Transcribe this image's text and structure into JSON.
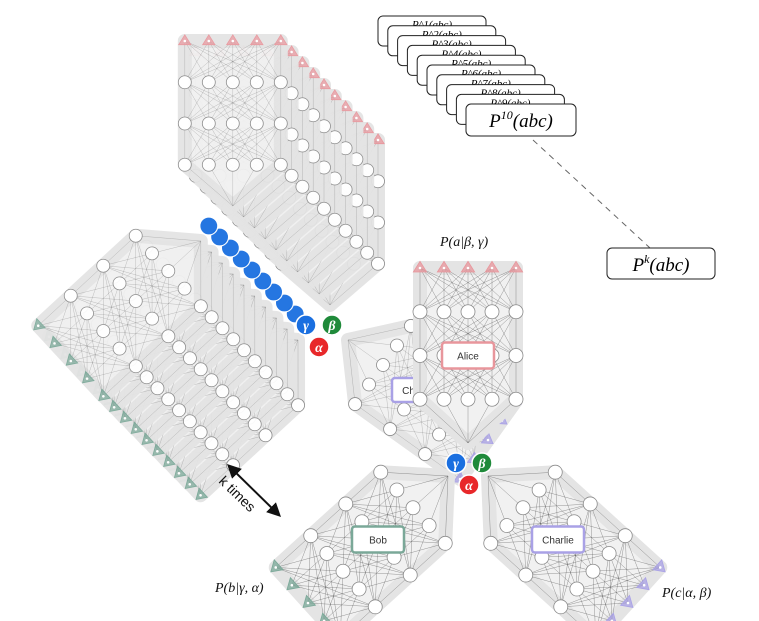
{
  "distribution_boxes": {
    "stack_labels": [
      "P^1(abc)",
      "P^2(abc)",
      "P^3(abc)",
      "P^4(abc)",
      "P^5(abc)",
      "P^6(abc)",
      "P^7(abc)",
      "P^8(abc)",
      "P^9(abc)"
    ],
    "front": {
      "base": "P",
      "sup": "10",
      "args": "(abc)"
    },
    "general": {
      "base": "P",
      "sup": "k",
      "args": "(abc)"
    }
  },
  "conditionals": {
    "alice": "P(a|β, γ)",
    "bob": "P(b|γ, α)",
    "charlie": "P(c|α, β)"
  },
  "agents": {
    "alice": "Alice",
    "bob": "Bob",
    "charlie": "Charlie"
  },
  "sources": {
    "alpha": "α",
    "beta": "β",
    "gamma": "γ"
  },
  "repeat_label": "k times",
  "colors": {
    "alice": "#e8969c",
    "bob": "#7aa898",
    "charlie": "#a9a1e6",
    "alpha": "#e8282a",
    "beta": "#1f8a3a",
    "gamma": "#1a6fe0",
    "network_edge": "#555555",
    "neuron_fill": "#ffffff",
    "neuron_stroke": "#8a8a8a"
  }
}
